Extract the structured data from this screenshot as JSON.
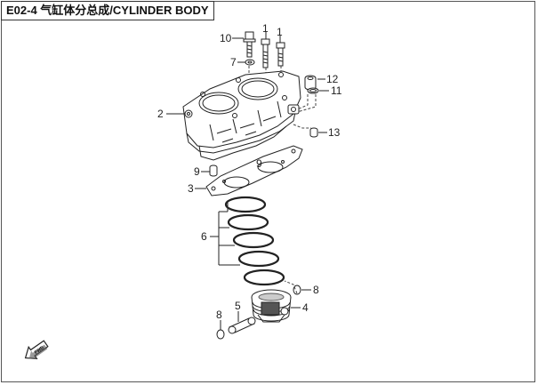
{
  "title": "E02-4 气缸体分总成/CYLINDER BODY",
  "callouts": {
    "c10": "10",
    "c7": "7",
    "c1a": "1",
    "c1b": "1",
    "c12": "12",
    "c11": "11",
    "c2": "2",
    "c13": "13",
    "c9a": "9",
    "c9b": "9",
    "c3": "3",
    "c6": "6",
    "c8a": "8",
    "c8b": "8",
    "c5": "5",
    "c4": "4"
  },
  "direction_label": "FWD"
}
